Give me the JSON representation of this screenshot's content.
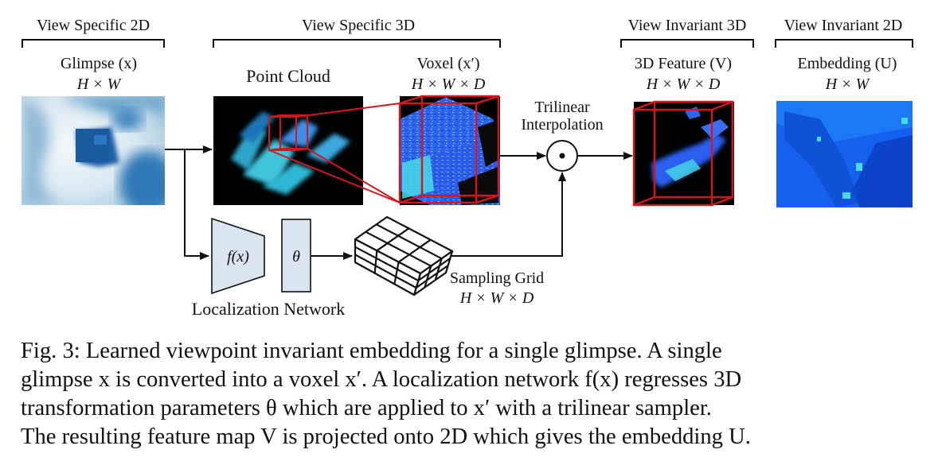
{
  "sections": {
    "view_specific_2d": "View Specific 2D",
    "view_specific_3d": "View Specific 3D",
    "view_invariant_3d": "View Invariant 3D",
    "view_invariant_2d": "View Invariant 2D"
  },
  "panels": {
    "glimpse": {
      "title": "Glimpse (x)",
      "dims": "H × W"
    },
    "point_cloud": {
      "title": "Point Cloud"
    },
    "voxel": {
      "title": "Voxel (x′)",
      "dims": "H × W × D"
    },
    "feature_3d": {
      "title": "3D Feature (V)",
      "dims": "H × W × D"
    },
    "embedding": {
      "title": "Embedding (U)",
      "dims": "H × W"
    }
  },
  "trilinear": {
    "line1": "Trilinear",
    "line2": "Interpolation",
    "operator": "⊙"
  },
  "localization": {
    "f_label": "f(x)",
    "theta_label": "θ",
    "title": "Localization Network"
  },
  "sampling_grid": {
    "title": "Sampling Grid",
    "dims": "H × W × D"
  },
  "caption": {
    "line1": "Fig. 3: Learned viewpoint invariant embedding for a single glimpse. A single",
    "line2": "glimpse x is converted into a voxel x′. A localization network f(x) regresses 3D",
    "line3": "transformation parameters θ which are applied to x′ with a trilinear sampler.",
    "line4": "The resulting feature map V is projected onto 2D which gives the embedding U."
  },
  "colors": {
    "accent_red": "#d8141c",
    "network_fill": "#dbe5f1",
    "voxel_blue": "#2a5ef0",
    "cyan": "#47d9e8"
  }
}
